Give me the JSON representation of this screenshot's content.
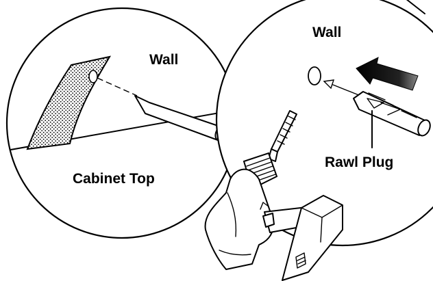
{
  "labels": {
    "left_wall": "Wall",
    "cabinet_top": "Cabinet Top",
    "right_wall": "Wall",
    "rawl_plug": "Rawl Plug"
  },
  "colors": {
    "ink": "#000000",
    "paper": "#ffffff"
  },
  "icons": [
    "drill-bit",
    "power-drill",
    "rawl-plug",
    "direction-arrow"
  ]
}
